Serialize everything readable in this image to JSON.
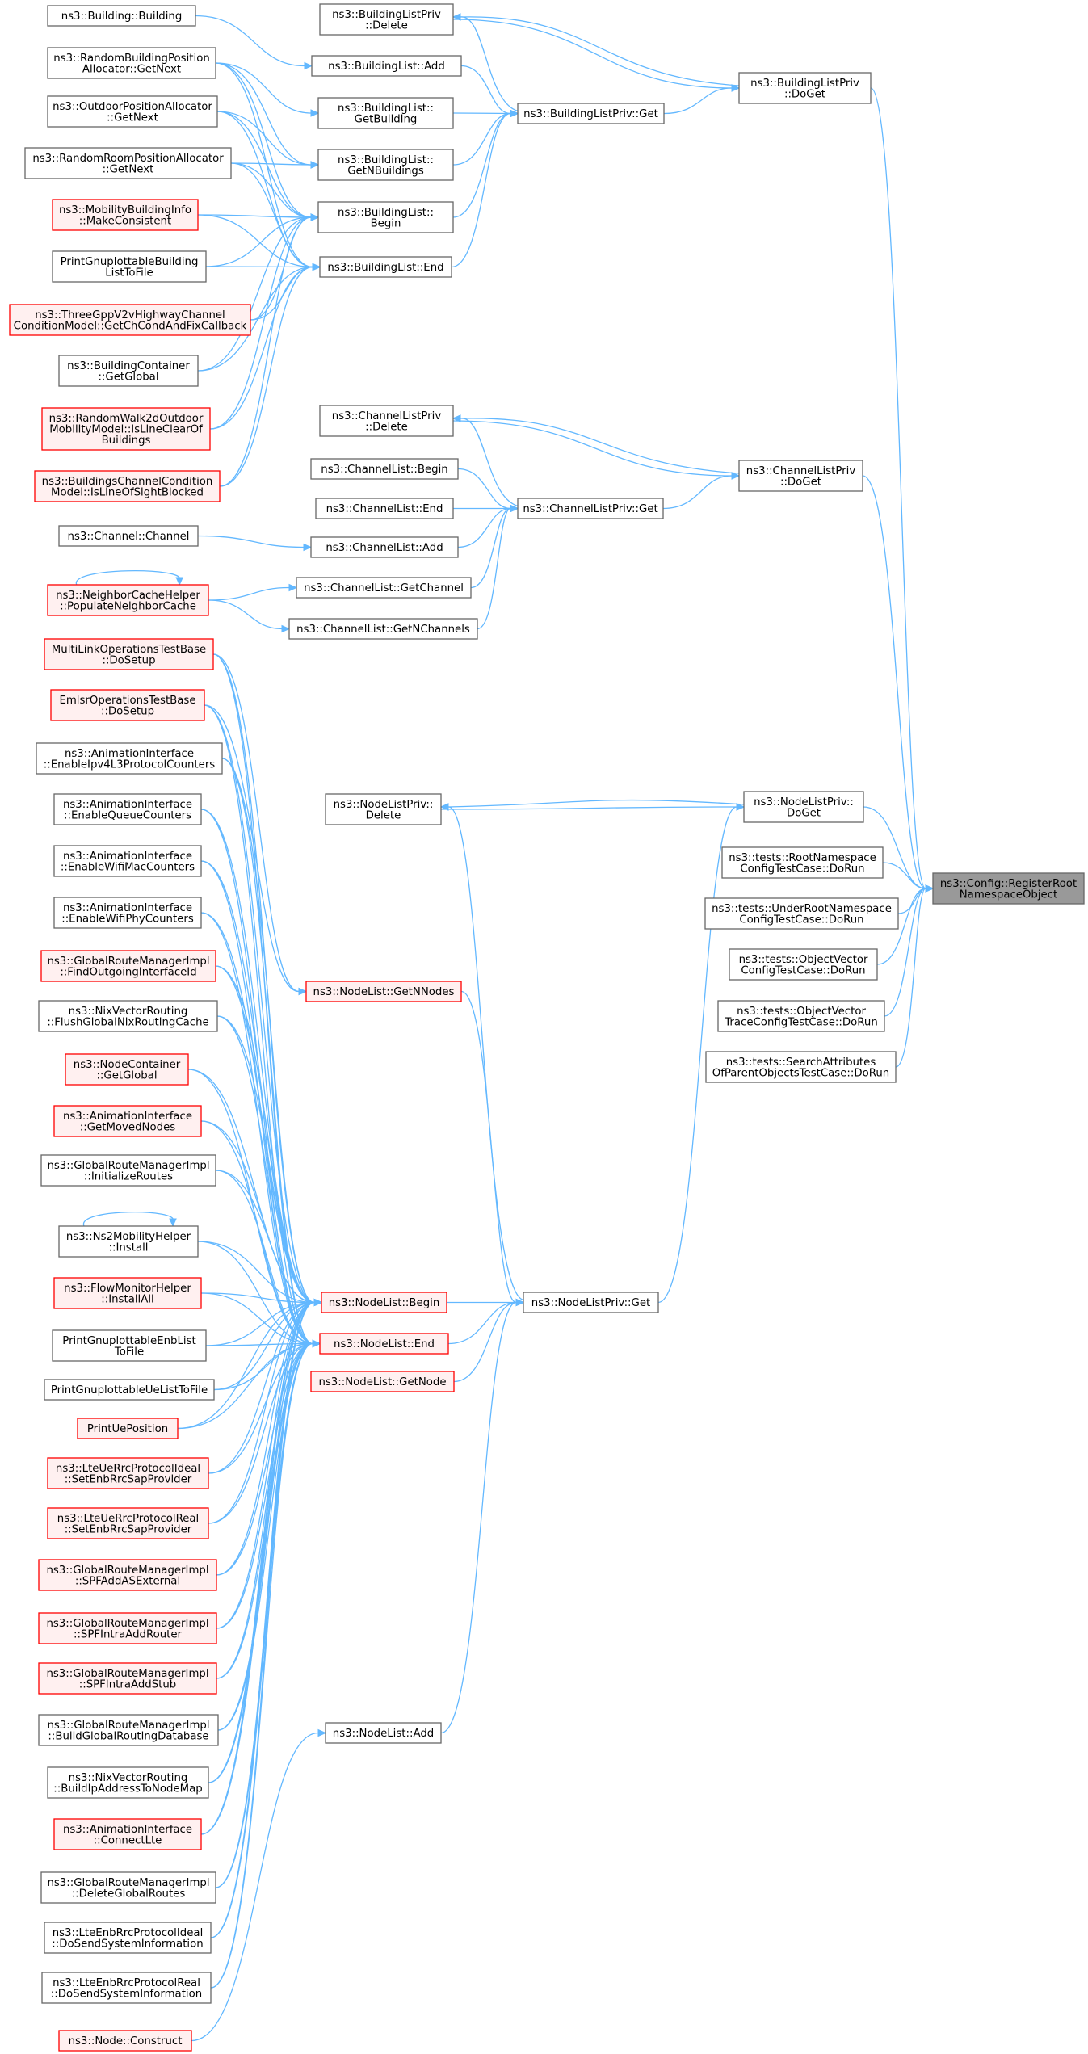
{
  "colors": {
    "edge": "#63b8ff",
    "node_fill": "#ffffff",
    "node_border": "#666666",
    "incomplete_fill": "#fff0f0",
    "incomplete_border": "#ff0000",
    "root_fill": "#999999",
    "root_border": "#666666"
  },
  "nodes": [
    {
      "id": "n0",
      "label": [
        "ns3::Building::Building"
      ],
      "style": "normal"
    },
    {
      "id": "n1",
      "label": [
        "ns3::BuildingListPriv",
        "::Delete"
      ],
      "style": "normal"
    },
    {
      "id": "n2",
      "label": [
        "ns3::BuildingListPriv",
        "::DoGet"
      ],
      "style": "normal"
    },
    {
      "id": "n3",
      "label": [
        "ns3::RandomBuildingPosition",
        "Allocator::GetNext"
      ],
      "style": "normal"
    },
    {
      "id": "n4",
      "label": [
        "ns3::BuildingList::Add"
      ],
      "style": "normal"
    },
    {
      "id": "n5",
      "label": [
        "ns3::OutdoorPositionAllocator",
        "::GetNext"
      ],
      "style": "normal"
    },
    {
      "id": "n6",
      "label": [
        "ns3::BuildingList::",
        "GetBuilding"
      ],
      "style": "normal"
    },
    {
      "id": "n7",
      "label": [
        "ns3::BuildingListPriv::Get"
      ],
      "style": "normal"
    },
    {
      "id": "n8",
      "label": [
        "ns3::RandomRoomPositionAllocator",
        "::GetNext"
      ],
      "style": "normal"
    },
    {
      "id": "n9",
      "label": [
        "ns3::BuildingList::",
        "GetNBuildings"
      ],
      "style": "normal"
    },
    {
      "id": "n10",
      "label": [
        "ns3::MobilityBuildingInfo",
        "::MakeConsistent"
      ],
      "style": "incomplete"
    },
    {
      "id": "n11",
      "label": [
        "ns3::BuildingList::",
        "Begin"
      ],
      "style": "normal"
    },
    {
      "id": "n12",
      "label": [
        "PrintGnuplottableBuilding",
        "ListToFile"
      ],
      "style": "normal"
    },
    {
      "id": "n13",
      "label": [
        "ns3::BuildingList::End"
      ],
      "style": "normal"
    },
    {
      "id": "n14",
      "label": [
        "ns3::ThreeGppV2vHighwayChannel",
        "ConditionModel::GetChCondAndFixCallback"
      ],
      "style": "incomplete"
    },
    {
      "id": "n15",
      "label": [
        "ns3::BuildingContainer",
        "::GetGlobal"
      ],
      "style": "normal"
    },
    {
      "id": "n16",
      "label": [
        "ns3::RandomWalk2dOutdoor",
        "MobilityModel::IsLineClearOf",
        "Buildings"
      ],
      "style": "incomplete"
    },
    {
      "id": "n17",
      "label": [
        "ns3::BuildingsChannelCondition",
        "Model::IsLineOfSightBlocked"
      ],
      "style": "incomplete"
    },
    {
      "id": "n18",
      "label": [
        "ns3::ChannelListPriv",
        "::Delete"
      ],
      "style": "normal"
    },
    {
      "id": "n19",
      "label": [
        "ns3::ChannelListPriv",
        "::DoGet"
      ],
      "style": "normal"
    },
    {
      "id": "n20",
      "label": [
        "ns3::ChannelList::Begin"
      ],
      "style": "normal"
    },
    {
      "id": "n21",
      "label": [
        "ns3::ChannelList::End"
      ],
      "style": "normal"
    },
    {
      "id": "n22",
      "label": [
        "ns3::ChannelListPriv::Get"
      ],
      "style": "normal"
    },
    {
      "id": "n23",
      "label": [
        "ns3::Channel::Channel"
      ],
      "style": "normal"
    },
    {
      "id": "n24",
      "label": [
        "ns3::ChannelList::Add"
      ],
      "style": "normal"
    },
    {
      "id": "n25",
      "label": [
        "ns3::NeighborCacheHelper",
        "::PopulateNeighborCache"
      ],
      "style": "incomplete"
    },
    {
      "id": "n26",
      "label": [
        "ns3::ChannelList::GetChannel"
      ],
      "style": "normal"
    },
    {
      "id": "n27",
      "label": [
        "ns3::ChannelList::GetNChannels"
      ],
      "style": "normal"
    },
    {
      "id": "n28",
      "label": [
        "MultiLinkOperationsTestBase",
        "::DoSetup"
      ],
      "style": "incomplete"
    },
    {
      "id": "n29",
      "label": [
        "EmlsrOperationsTestBase",
        "::DoSetup"
      ],
      "style": "incomplete"
    },
    {
      "id": "n30",
      "label": [
        "ns3::AnimationInterface",
        "::EnableIpv4L3ProtocolCounters"
      ],
      "style": "normal"
    },
    {
      "id": "n31",
      "label": [
        "ns3::AnimationInterface",
        "::EnableQueueCounters"
      ],
      "style": "normal"
    },
    {
      "id": "n32",
      "label": [
        "ns3::NodeListPriv::",
        "Delete"
      ],
      "style": "normal"
    },
    {
      "id": "n33",
      "label": [
        "ns3::NodeListPriv::",
        "DoGet"
      ],
      "style": "normal"
    },
    {
      "id": "n34",
      "label": [
        "ns3::tests::RootNamespace",
        "ConfigTestCase::DoRun"
      ],
      "style": "normal"
    },
    {
      "id": "n35",
      "label": [
        "ns3::AnimationInterface",
        "::EnableWifiMacCounters"
      ],
      "style": "normal"
    },
    {
      "id": "n36",
      "label": [
        "ns3::Config::RegisterRoot",
        "NamespaceObject"
      ],
      "style": "root"
    },
    {
      "id": "n37",
      "label": [
        "ns3::tests::UnderRootNamespace",
        "ConfigTestCase::DoRun"
      ],
      "style": "normal"
    },
    {
      "id": "n38",
      "label": [
        "ns3::AnimationInterface",
        "::EnableWifiPhyCounters"
      ],
      "style": "normal"
    },
    {
      "id": "n39",
      "label": [
        "ns3::tests::ObjectVector",
        "ConfigTestCase::DoRun"
      ],
      "style": "normal"
    },
    {
      "id": "n40",
      "label": [
        "ns3::GlobalRouteManagerImpl",
        "::FindOutgoingInterfaceId"
      ],
      "style": "incomplete"
    },
    {
      "id": "n41",
      "label": [
        "ns3::NodeList::GetNNodes"
      ],
      "style": "incomplete"
    },
    {
      "id": "n42",
      "label": [
        "ns3::tests::ObjectVector",
        "TraceConfigTestCase::DoRun"
      ],
      "style": "normal"
    },
    {
      "id": "n43",
      "label": [
        "ns3::NixVectorRouting",
        "::FlushGlobalNixRoutingCache"
      ],
      "style": "normal"
    },
    {
      "id": "n44",
      "label": [
        "ns3::tests::SearchAttributes",
        "OfParentObjectsTestCase::DoRun"
      ],
      "style": "normal"
    },
    {
      "id": "n45",
      "label": [
        "ns3::NodeContainer",
        "::GetGlobal"
      ],
      "style": "incomplete"
    },
    {
      "id": "n46",
      "label": [
        "ns3::AnimationInterface",
        "::GetMovedNodes"
      ],
      "style": "incomplete"
    },
    {
      "id": "n47",
      "label": [
        "ns3::GlobalRouteManagerImpl",
        "::InitializeRoutes"
      ],
      "style": "normal"
    },
    {
      "id": "n48",
      "label": [
        "ns3::Ns2MobilityHelper",
        "::Install"
      ],
      "style": "normal"
    },
    {
      "id": "n49",
      "label": [
        "ns3::FlowMonitorHelper",
        "::InstallAll"
      ],
      "style": "incomplete"
    },
    {
      "id": "n50",
      "label": [
        "ns3::NodeList::Begin"
      ],
      "style": "incomplete"
    },
    {
      "id": "n51",
      "label": [
        "ns3::NodeListPriv::Get"
      ],
      "style": "normal"
    },
    {
      "id": "n52",
      "label": [
        "PrintGnuplottableEnbList",
        "ToFile"
      ],
      "style": "normal"
    },
    {
      "id": "n53",
      "label": [
        "ns3::NodeList::End"
      ],
      "style": "incomplete"
    },
    {
      "id": "n54",
      "label": [
        "ns3::NodeList::GetNode"
      ],
      "style": "incomplete"
    },
    {
      "id": "n55",
      "label": [
        "PrintGnuplottableUeListToFile"
      ],
      "style": "normal"
    },
    {
      "id": "n56",
      "label": [
        "PrintUePosition"
      ],
      "style": "incomplete"
    },
    {
      "id": "n57",
      "label": [
        "ns3::LteUeRrcProtocolIdeal",
        "::SetEnbRrcSapProvider"
      ],
      "style": "incomplete"
    },
    {
      "id": "n58",
      "label": [
        "ns3::LteUeRrcProtocolReal",
        "::SetEnbRrcSapProvider"
      ],
      "style": "incomplete"
    },
    {
      "id": "n59",
      "label": [
        "ns3::GlobalRouteManagerImpl",
        "::SPFAddASExternal"
      ],
      "style": "incomplete"
    },
    {
      "id": "n60",
      "label": [
        "ns3::GlobalRouteManagerImpl",
        "::SPFIntraAddRouter"
      ],
      "style": "incomplete"
    },
    {
      "id": "n61",
      "label": [
        "ns3::GlobalRouteManagerImpl",
        "::SPFIntraAddStub"
      ],
      "style": "incomplete"
    },
    {
      "id": "n62",
      "label": [
        "ns3::GlobalRouteManagerImpl",
        "::BuildGlobalRoutingDatabase"
      ],
      "style": "normal"
    },
    {
      "id": "n63",
      "label": [
        "ns3::NodeList::Add"
      ],
      "style": "normal"
    },
    {
      "id": "n64",
      "label": [
        "ns3::NixVectorRouting",
        "::BuildIpAddressToNodeMap"
      ],
      "style": "normal"
    },
    {
      "id": "n65",
      "label": [
        "ns3::AnimationInterface",
        "::ConnectLte"
      ],
      "style": "incomplete"
    },
    {
      "id": "n66",
      "label": [
        "ns3::GlobalRouteManagerImpl",
        "::DeleteGlobalRoutes"
      ],
      "style": "normal"
    },
    {
      "id": "n67",
      "label": [
        "ns3::LteEnbRrcProtocolIdeal",
        "::DoSendSystemInformation"
      ],
      "style": "normal"
    },
    {
      "id": "n68",
      "label": [
        "ns3::LteEnbRrcProtocolReal",
        "::DoSendSystemInformation"
      ],
      "style": "normal"
    },
    {
      "id": "n69",
      "label": [
        "ns3::Node::Construct"
      ],
      "style": "incomplete"
    }
  ],
  "edges": [
    [
      "n2",
      "n36"
    ],
    [
      "n19",
      "n36"
    ],
    [
      "n33",
      "n36"
    ],
    [
      "n34",
      "n36"
    ],
    [
      "n37",
      "n36"
    ],
    [
      "n39",
      "n36"
    ],
    [
      "n42",
      "n36"
    ],
    [
      "n44",
      "n36"
    ],
    [
      "n1",
      "n2"
    ],
    [
      "n7",
      "n2"
    ],
    [
      "n2",
      "n1"
    ],
    [
      "n4",
      "n7"
    ],
    [
      "n6",
      "n7"
    ],
    [
      "n9",
      "n7"
    ],
    [
      "n11",
      "n7"
    ],
    [
      "n13",
      "n7"
    ],
    [
      "n7",
      "n1"
    ],
    [
      "n0",
      "n4"
    ],
    [
      "n3",
      "n6"
    ],
    [
      "n3",
      "n9"
    ],
    [
      "n3",
      "n11"
    ],
    [
      "n3",
      "n13"
    ],
    [
      "n5",
      "n9"
    ],
    [
      "n5",
      "n11"
    ],
    [
      "n5",
      "n13"
    ],
    [
      "n8",
      "n9"
    ],
    [
      "n8",
      "n11"
    ],
    [
      "n8",
      "n13"
    ],
    [
      "n10",
      "n11"
    ],
    [
      "n10",
      "n13"
    ],
    [
      "n12",
      "n11"
    ],
    [
      "n12",
      "n13"
    ],
    [
      "n14",
      "n11"
    ],
    [
      "n14",
      "n13"
    ],
    [
      "n15",
      "n11"
    ],
    [
      "n15",
      "n13"
    ],
    [
      "n16",
      "n11"
    ],
    [
      "n16",
      "n13"
    ],
    [
      "n17",
      "n11"
    ],
    [
      "n17",
      "n13"
    ],
    [
      "n18",
      "n19"
    ],
    [
      "n22",
      "n19"
    ],
    [
      "n19",
      "n18"
    ],
    [
      "n20",
      "n22"
    ],
    [
      "n21",
      "n22"
    ],
    [
      "n24",
      "n22"
    ],
    [
      "n26",
      "n22"
    ],
    [
      "n27",
      "n22"
    ],
    [
      "n22",
      "n18"
    ],
    [
      "n23",
      "n24"
    ],
    [
      "n25",
      "n26"
    ],
    [
      "n25",
      "n27"
    ],
    [
      "n25",
      "n25"
    ],
    [
      "n32",
      "n33"
    ],
    [
      "n51",
      "n33"
    ],
    [
      "n33",
      "n32"
    ],
    [
      "n51",
      "n32"
    ],
    [
      "n41",
      "n51"
    ],
    [
      "n50",
      "n51"
    ],
    [
      "n53",
      "n51"
    ],
    [
      "n54",
      "n51"
    ],
    [
      "n63",
      "n51"
    ],
    [
      "n28",
      "n41"
    ],
    [
      "n29",
      "n41"
    ],
    [
      "n28",
      "n50"
    ],
    [
      "n29",
      "n50"
    ],
    [
      "n30",
      "n50"
    ],
    [
      "n31",
      "n50"
    ],
    [
      "n35",
      "n50"
    ],
    [
      "n38",
      "n50"
    ],
    [
      "n40",
      "n50"
    ],
    [
      "n43",
      "n50"
    ],
    [
      "n45",
      "n50"
    ],
    [
      "n46",
      "n50"
    ],
    [
      "n47",
      "n50"
    ],
    [
      "n48",
      "n50"
    ],
    [
      "n49",
      "n50"
    ],
    [
      "n52",
      "n50"
    ],
    [
      "n55",
      "n50"
    ],
    [
      "n56",
      "n50"
    ],
    [
      "n57",
      "n50"
    ],
    [
      "n58",
      "n50"
    ],
    [
      "n59",
      "n50"
    ],
    [
      "n60",
      "n50"
    ],
    [
      "n61",
      "n50"
    ],
    [
      "n62",
      "n50"
    ],
    [
      "n64",
      "n50"
    ],
    [
      "n65",
      "n50"
    ],
    [
      "n66",
      "n50"
    ],
    [
      "n67",
      "n50"
    ],
    [
      "n68",
      "n50"
    ],
    [
      "n28",
      "n53"
    ],
    [
      "n29",
      "n53"
    ],
    [
      "n30",
      "n53"
    ],
    [
      "n31",
      "n53"
    ],
    [
      "n35",
      "n53"
    ],
    [
      "n38",
      "n53"
    ],
    [
      "n40",
      "n53"
    ],
    [
      "n43",
      "n53"
    ],
    [
      "n45",
      "n53"
    ],
    [
      "n46",
      "n53"
    ],
    [
      "n47",
      "n53"
    ],
    [
      "n48",
      "n53"
    ],
    [
      "n49",
      "n53"
    ],
    [
      "n52",
      "n53"
    ],
    [
      "n55",
      "n53"
    ],
    [
      "n56",
      "n53"
    ],
    [
      "n57",
      "n53"
    ],
    [
      "n58",
      "n53"
    ],
    [
      "n59",
      "n53"
    ],
    [
      "n60",
      "n53"
    ],
    [
      "n61",
      "n53"
    ],
    [
      "n62",
      "n53"
    ],
    [
      "n64",
      "n53"
    ],
    [
      "n65",
      "n53"
    ],
    [
      "n66",
      "n53"
    ],
    [
      "n67",
      "n53"
    ],
    [
      "n68",
      "n53"
    ],
    [
      "n48",
      "n48"
    ],
    [
      "n69",
      "n63"
    ]
  ]
}
